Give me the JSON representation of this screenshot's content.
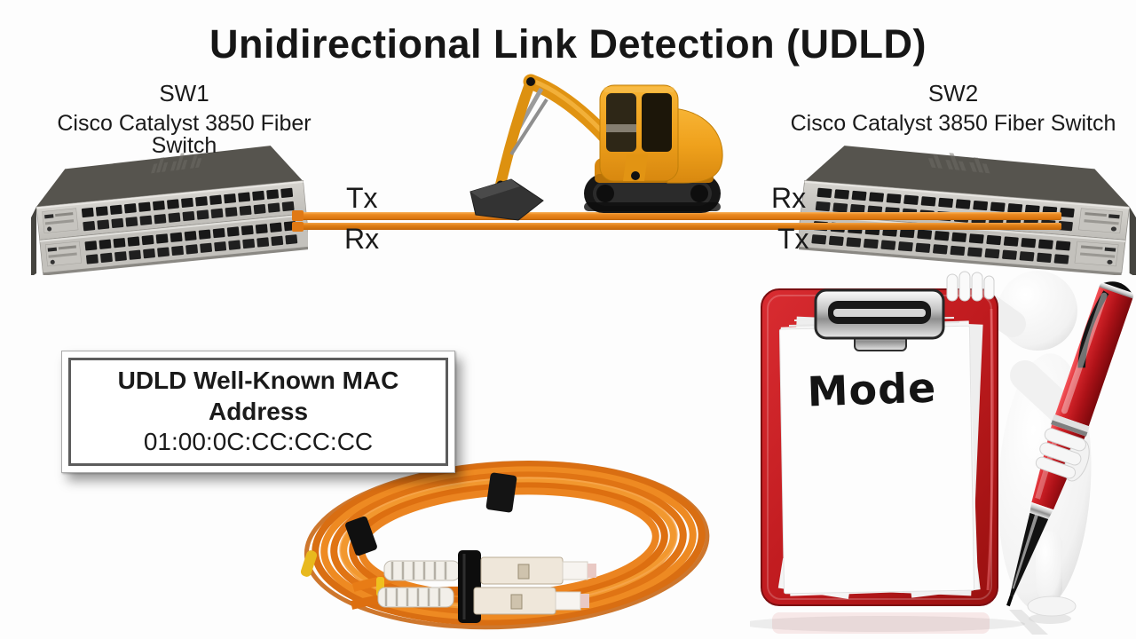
{
  "slide": {
    "title": "Unidirectional Link Detection (UDLD)"
  },
  "switches": {
    "sw1": {
      "name": "SW1",
      "model": "Cisco Catalyst 3850 Fiber Switch",
      "port_top": "Tx",
      "port_bottom": "Rx"
    },
    "sw2": {
      "name": "SW2",
      "model": "Cisco Catalyst 3850 Fiber Switch",
      "port_top": "Rx",
      "port_bottom": "Tx"
    }
  },
  "mac_box": {
    "heading": "UDLD Well-Known MAC Address",
    "address": "01:00:0C:CC:CC:CC"
  },
  "clipboard": {
    "page_text": "Mode"
  },
  "illustrations": {
    "sw1_image": "cisco-catalyst-3850-switch-stack-photo",
    "sw2_image": "cisco-catalyst-3850-switch-stack-photo-mirrored",
    "excavator_image": "yellow-mini-excavator-over-fiber-link",
    "fiber_image": "orange-fiber-optic-patch-cable-coil-with-sc-connectors",
    "figure_image": "white-3d-figure-holding-red-clipboard-and-pen"
  },
  "colors": {
    "text": "#1a1a1a",
    "cable_orange": "#E8831B",
    "cable_orange_dark": "#C96F0E",
    "clipboard_red": "#C21E22",
    "excavator_yellow": "#F2A424",
    "switch_gray": "#C7C5C0"
  }
}
